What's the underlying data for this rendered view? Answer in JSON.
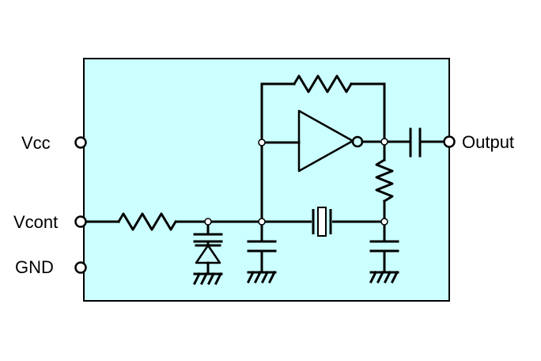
{
  "colors": {
    "module_fill": "#ccffff",
    "line": "#000000"
  },
  "pins": {
    "vcc": "Vcc",
    "vcont": "Vcont",
    "gnd": "GND",
    "output": "Output"
  }
}
